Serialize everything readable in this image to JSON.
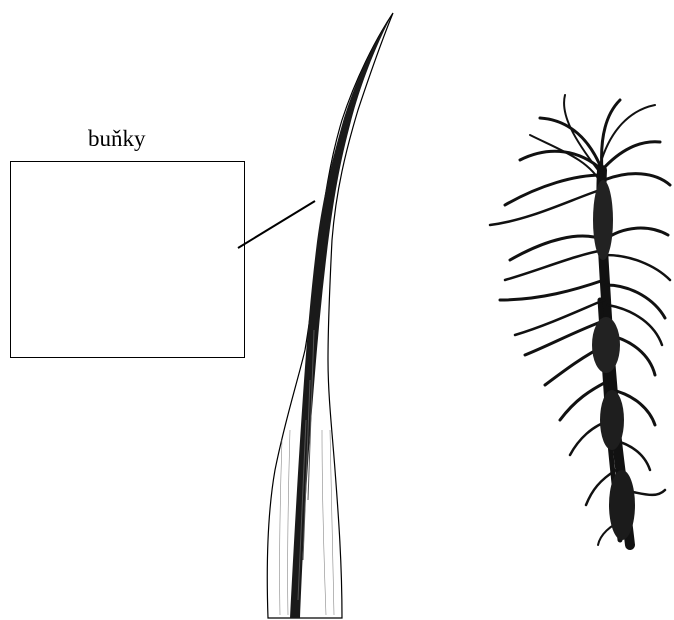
{
  "figure": {
    "callout_label": "buňky",
    "colors": {
      "ink": "#000000",
      "paper": "#ffffff"
    },
    "elements": [
      "leaf-illustration",
      "moss-plant-illustration",
      "callout-box",
      "callout-line"
    ]
  }
}
